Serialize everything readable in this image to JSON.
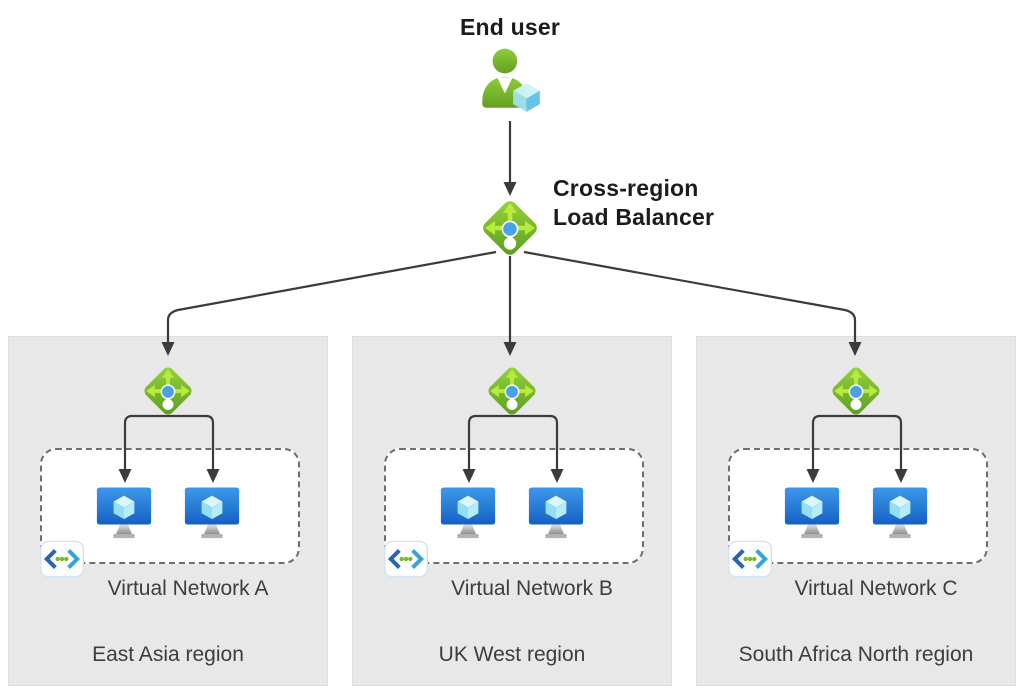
{
  "diagram": {
    "end_user": {
      "label": "End user",
      "icon": "person-with-cube-icon"
    },
    "cross_region_lb": {
      "label_line1": "Cross-region",
      "label_line2": "Load Balancer",
      "icon": "load-balancer-icon"
    },
    "regions": [
      {
        "region_label": "East Asia region",
        "vnet_label": "Virtual Network A"
      },
      {
        "region_label": "UK West region",
        "vnet_label": "Virtual Network B"
      },
      {
        "region_label": "South Africa North region",
        "vnet_label": "Virtual Network C"
      }
    ],
    "icons": {
      "regional_lb": "load-balancer-icon",
      "vm": "virtual-machine-icon",
      "vnet": "virtual-network-icon",
      "connector": "arrow-line"
    },
    "colors": {
      "background": "#ffffff",
      "region_background": "#e8e8e8",
      "boundary_dash": "#6e6e6e",
      "connector_line": "#3b3b3b",
      "lb_green_light": "#98d33f",
      "lb_green_dark": "#599c1e",
      "lb_arrow_green": "#b9ea3e",
      "lb_dot_blue": "#4aa3e8",
      "vm_monitor_blue_light": "#3d99ec",
      "vm_monitor_blue_dark": "#1560c2",
      "vm_cube_cyan": "#b7ecfa",
      "vnet_chevron_left_blue": "#2a62b2",
      "vnet_chevron_right_blue": "#38a2de",
      "vnet_dot_green": "#76b82a",
      "person_green": "#76b82f",
      "text_dark": "#1b1b1b",
      "text_gray": "#3d3d3d"
    }
  }
}
